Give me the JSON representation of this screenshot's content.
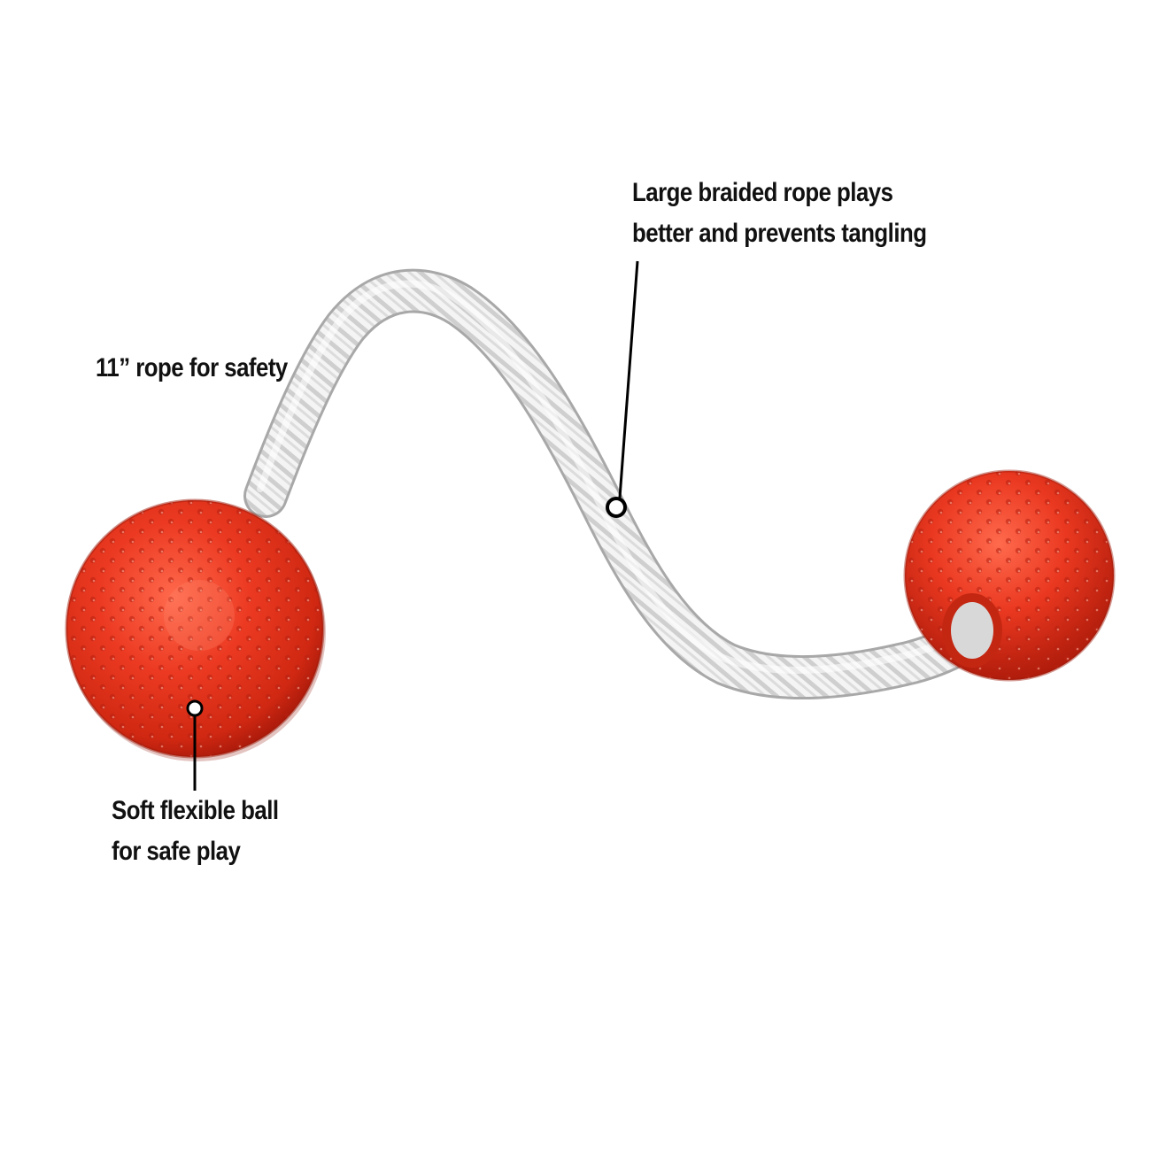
{
  "callouts": {
    "rope_braid": {
      "line1": "Large braided rope plays",
      "line2": "better and prevents tangling"
    },
    "rope_length": {
      "text": "11” rope for safety"
    },
    "ball": {
      "line1": "Soft flexible ball",
      "line2": "for safe play"
    }
  },
  "colors": {
    "ball_red": "#e8321e",
    "ball_dark": "#b81e0e",
    "rope_white": "#f2f2f2",
    "rope_shadow": "#b9b9b9",
    "text": "#111111"
  }
}
